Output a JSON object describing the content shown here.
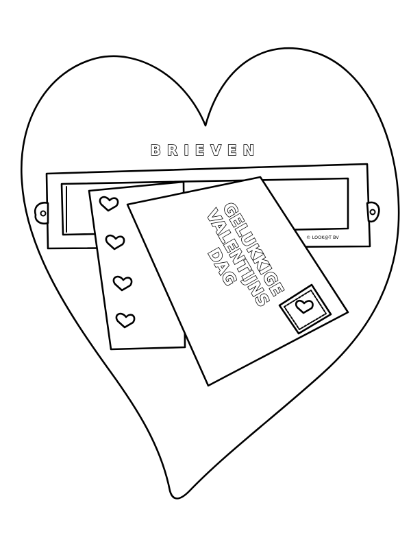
{
  "mailbox": {
    "label": "BRIEVEN"
  },
  "card": {
    "line1": "GELUKKIGE",
    "line2": "VALENTIJNS",
    "line3": "DAG"
  },
  "credit": {
    "text": "© LOOK@T BV"
  },
  "colors": {
    "line": "#000000",
    "paper": "#ffffff"
  },
  "icons": [
    "heart-outline-icon",
    "heart-icon",
    "stamp-icon",
    "screw-icon"
  ]
}
